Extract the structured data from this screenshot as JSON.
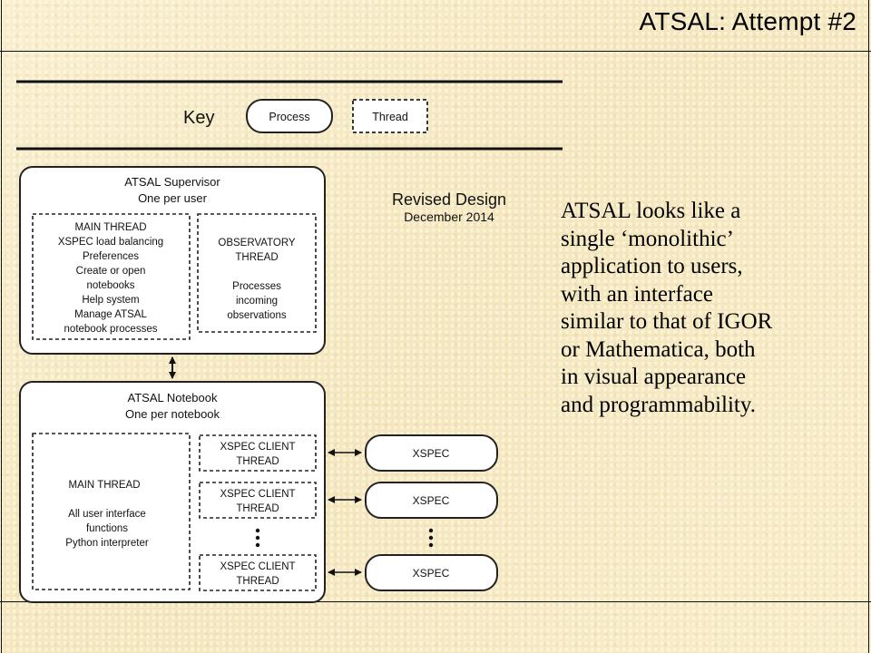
{
  "slide": {
    "title": "ATSAL: Attempt #2",
    "body_lines": [
      "ATSAL looks like a",
      "single ‘monolithic’",
      "application to users,",
      "with an interface",
      "similar to that of IGOR",
      "or Mathematica, both",
      "in visual appearance",
      "and programmability."
    ]
  },
  "diagram": {
    "key": {
      "label": "Key",
      "process": "Process",
      "thread": "Thread"
    },
    "revised": {
      "title": "Revised Design",
      "date": "December 2014"
    },
    "supervisor": {
      "title": "ATSAL Supervisor",
      "subtitle": "One per user",
      "main_thread_lines": [
        "MAIN THREAD",
        "XSPEC load balancing",
        "Preferences",
        "Create or open",
        "notebooks",
        "Help system",
        "Manage ATSAL",
        "notebook processes"
      ],
      "observatory_lines": [
        "OBSERVATORY",
        "THREAD",
        "",
        "Processes",
        "incoming",
        "observations"
      ]
    },
    "notebook": {
      "title": "ATSAL Notebook",
      "subtitle": "One per notebook",
      "main_thread_lines": [
        "MAIN THREAD",
        "",
        "All user interface",
        "functions",
        "Python interpreter"
      ],
      "client_threads": [
        [
          "XSPEC CLIENT",
          "THREAD"
        ],
        [
          "XSPEC CLIENT",
          "THREAD"
        ],
        [
          "XSPEC CLIENT",
          "THREAD"
        ]
      ]
    },
    "xspec_processes": [
      "XSPEC",
      "XSPEC",
      "XSPEC"
    ]
  }
}
